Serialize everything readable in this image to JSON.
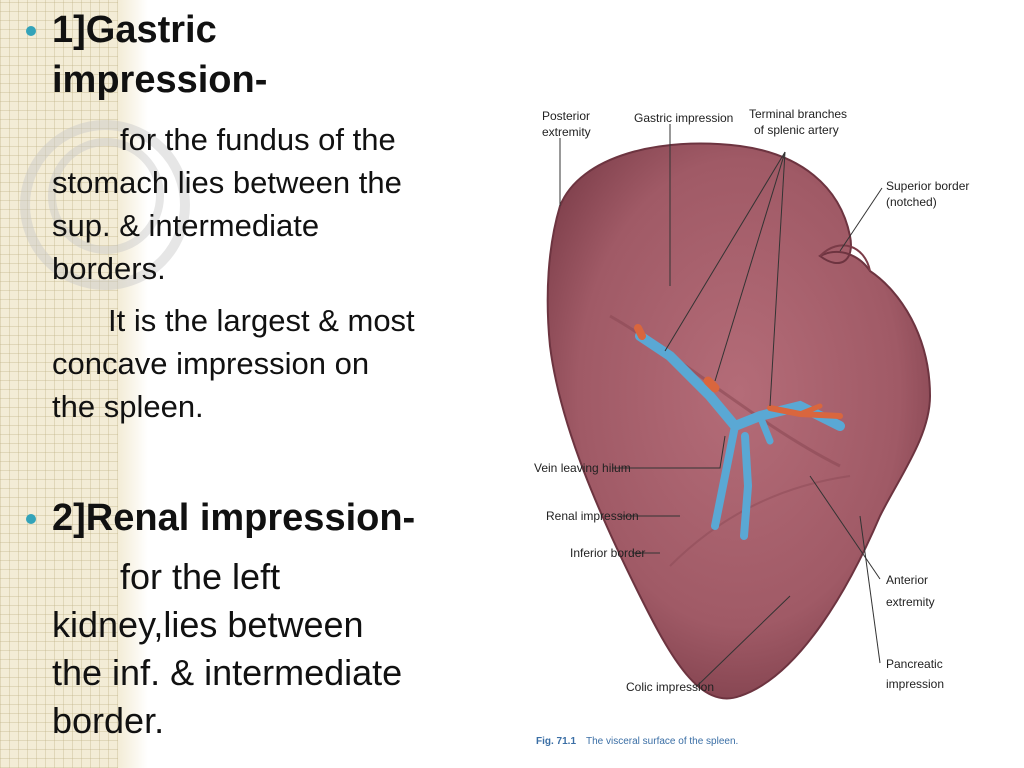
{
  "section1": {
    "heading_line1": "1]Gastric",
    "heading_line2": "impression-",
    "para1_lines": [
      "for the fundus of the",
      "stomach lies between the",
      "sup. & intermediate",
      "borders."
    ],
    "para2_lines": [
      "It is the largest & most",
      "concave impression on",
      "the spleen."
    ]
  },
  "section2": {
    "heading": "2]Renal impression-",
    "para_lines": [
      "for the left",
      "kidney,lies between",
      "the inf. & intermediate",
      "border."
    ]
  },
  "figure": {
    "labels": {
      "posterior_extremity": [
        "Posterior",
        "extremity"
      ],
      "gastric_impression": "Gastric impression",
      "terminal_branches": [
        "Terminal branches",
        "of splenic artery"
      ],
      "superior_border": [
        "Superior border",
        "(notched)"
      ],
      "vein_leaving_hilum": "Vein leaving hilum",
      "renal_impression": "Renal impression",
      "inferior_border": "Inferior border",
      "anterior_extremity": [
        "Anterior",
        "extremity"
      ],
      "pancreatic_impression": [
        "Pancreatic",
        "impression"
      ],
      "colic_impression": "Colic impression"
    },
    "caption_number": "Fig. 71.1",
    "caption_text": "The visceral surface of the spleen."
  },
  "colors": {
    "bullet": "#33a3b9",
    "spleen": "#a8606c",
    "vein": "#5aa8d4",
    "artery": "#d9663e"
  }
}
